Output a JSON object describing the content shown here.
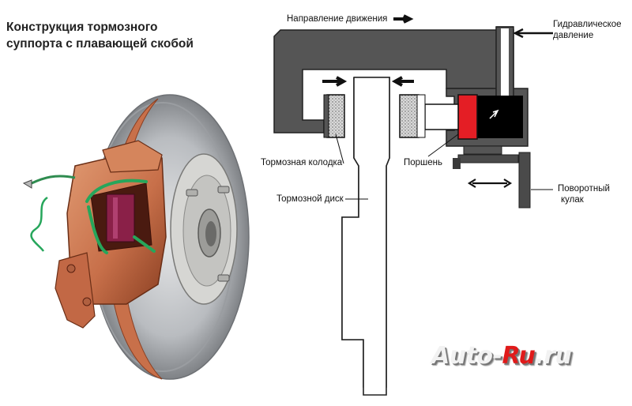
{
  "title": {
    "line1": "Конструкция тормозного",
    "line2": "суппорта с плавающей скобой"
  },
  "labels": {
    "direction": "Направление движения",
    "hydraulic_line1": "Гидравлическое",
    "hydraulic_line2": "давление",
    "brake_pad": "Тормозная колодка",
    "piston": "Поршень",
    "brake_disc": "Тормозной диск",
    "knuckle_line1": "Поворотный",
    "knuckle_line2": "кулак"
  },
  "watermark": {
    "part1": "Auto-",
    "part2": "Ru",
    "part3": ".ru"
  },
  "colors": {
    "caliper_copper": "#c8704a",
    "caliper_dark": "#8a3f22",
    "disc_gray": "#b9bcc0",
    "disc_dark": "#6e7175",
    "hub_gray": "#d6d6d3",
    "green_spring": "#26a65b",
    "pad_magenta": "#8a2048",
    "housing_gray": "#555555",
    "piston_red": "#e41e25",
    "knuckle_dark": "#4a4a4a"
  }
}
